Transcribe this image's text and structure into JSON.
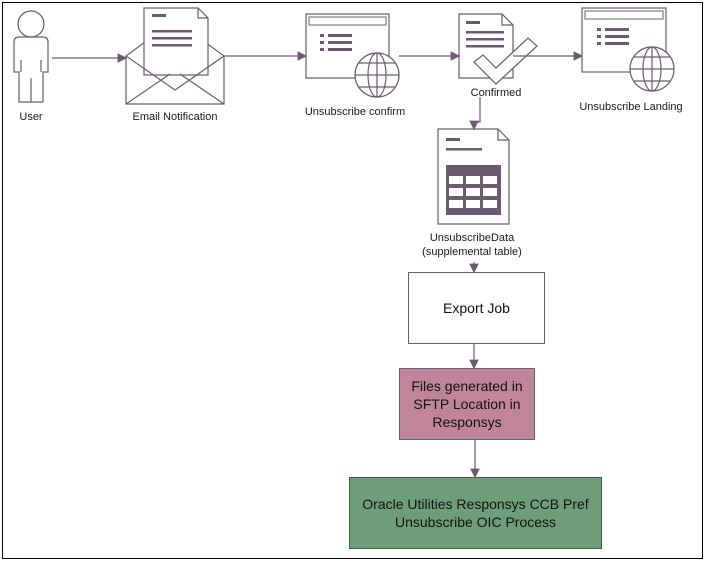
{
  "nodes": {
    "user": "User",
    "email": "Email Notification",
    "unsub_confirm": "Unsubscribe confirm",
    "confirmed": "Confirmed",
    "landing": "Unsubscribe Landing",
    "unsub_data_line1": "UnsubscribeData",
    "unsub_data_line2": "(supplemental table)",
    "export_job": "Export Job",
    "files_generated": "Files generated in SFTP Location in Responsys",
    "oic_process": "Oracle Utilities Responsys CCB Pref Unsubscribe OIC Process"
  },
  "colors": {
    "line": "#6b5a70",
    "files_box": "#c0859a",
    "oic_box": "#6e9e79"
  }
}
